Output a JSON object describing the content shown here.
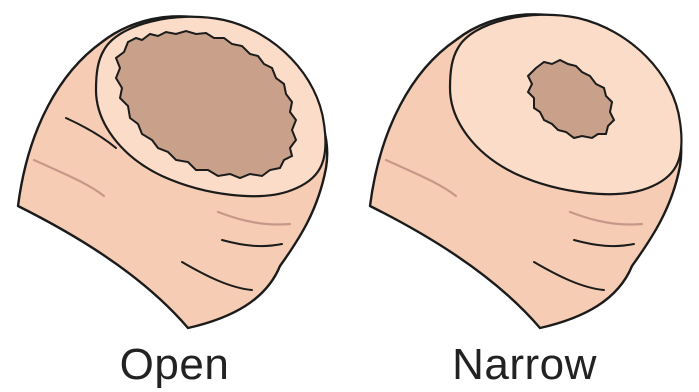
{
  "diagram": {
    "panels": [
      {
        "label": "Open",
        "state": "open"
      },
      {
        "label": "Narrow",
        "state": "narrow"
      }
    ]
  },
  "colors": {
    "tube_skin": "#f6cdb4",
    "tube_rim": "#fbdcc8",
    "lumen": "#c9a08a",
    "outline": "#1b1b1b",
    "fold": "#c7988a",
    "caption": "#222222"
  }
}
